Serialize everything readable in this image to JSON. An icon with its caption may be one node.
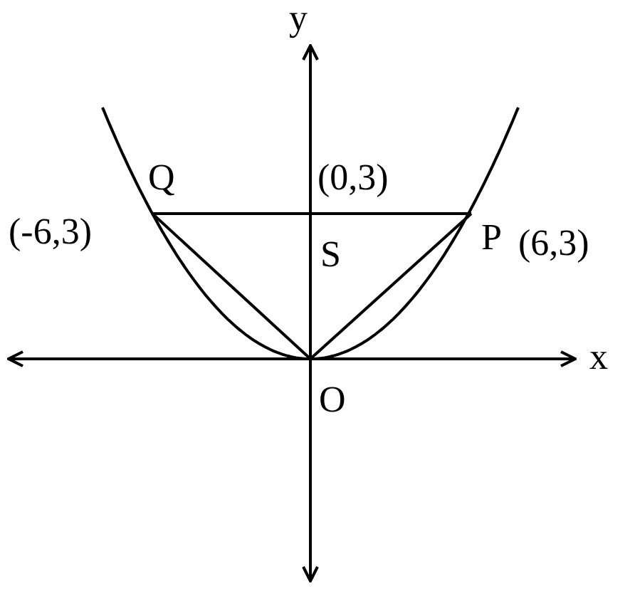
{
  "diagram": {
    "nodes": [
      {
        "text": [
          "Q"
        ],
        "beside": [
          "(-6,3)"
        ]
      },
      {
        "text": [
          "S"
        ],
        "beside": [
          "(0,3)"
        ]
      },
      {
        "text": [
          "P"
        ],
        "beside": [
          "(6,3)"
        ]
      },
      {
        "text": [
          "O"
        ]
      }
    ],
    "edges": [
      {
        "from": 0,
        "to": 2,
        "arrow": "none"
      },
      {
        "from": 3,
        "to": 0,
        "arrow": "none"
      },
      {
        "from": 3,
        "to": 2,
        "arrow": "none"
      }
    ],
    "labels": [
      "y",
      "x"
    ]
  }
}
